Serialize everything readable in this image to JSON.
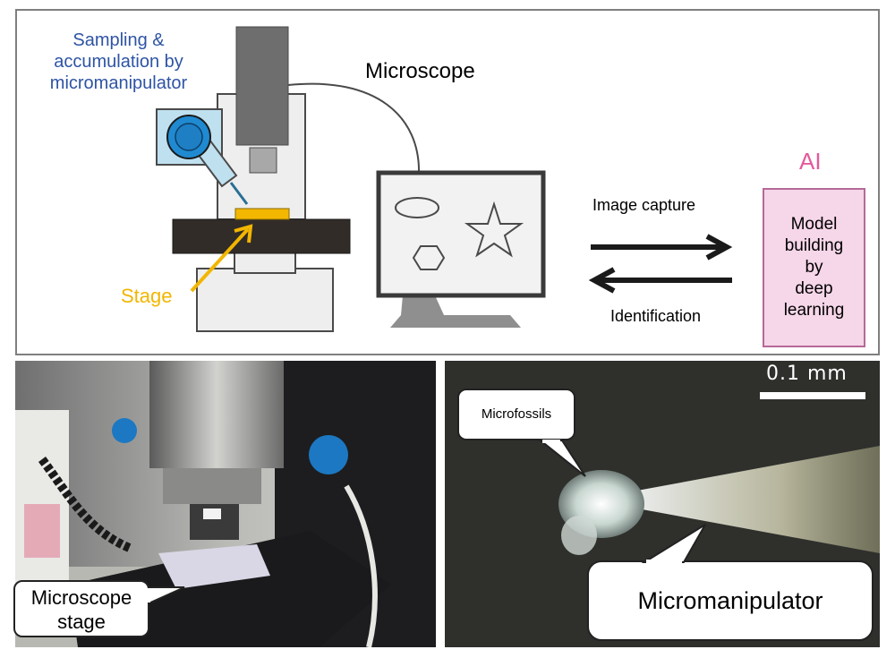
{
  "diagram": {
    "sampling_label_lines": [
      "Sampling &",
      "accumulation by",
      "micromanipulator"
    ],
    "microscope_label": "Microscope",
    "stage_label": "Stage",
    "ai_label": "AI",
    "image_capture_label": "Image capture",
    "identification_label": "Identification",
    "ai_box_lines": [
      "Model",
      "building",
      "by",
      "deep",
      "learning"
    ]
  },
  "photos": {
    "left_callout_lines": [
      "Microscope",
      "stage"
    ],
    "right_callout_fossils": "Microfossils",
    "right_callout_manipulator": "Micromanipulator",
    "scale_bar_label": "0.1 mm"
  },
  "colors": {
    "sampling_text": "#2e54a4",
    "stage_text": "#f2b600",
    "ai_text": "#e45a9b",
    "ai_box_fill": "#f6d6e9"
  }
}
